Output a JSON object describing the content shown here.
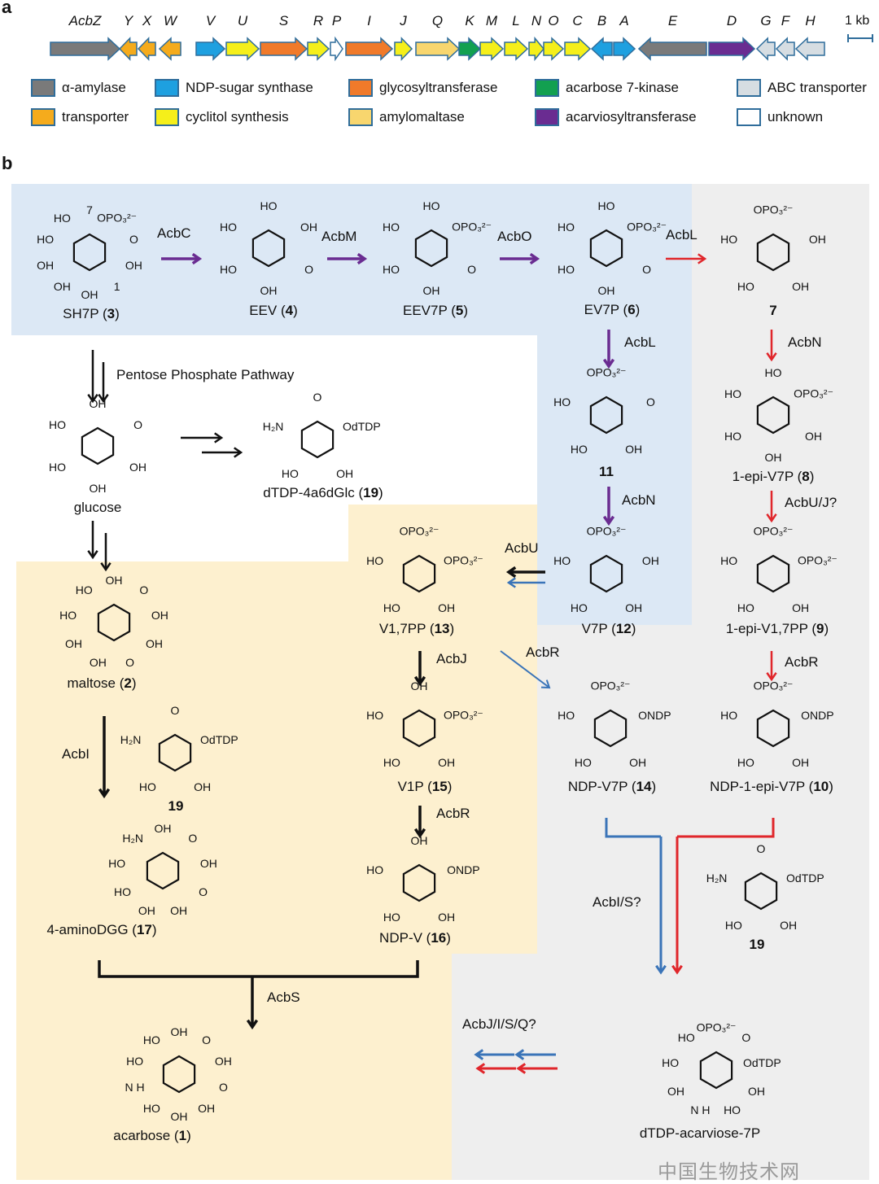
{
  "panels": {
    "a": "a",
    "b": "b"
  },
  "scale_label": "1 kb",
  "colors": {
    "alpha_amylase": "#7a7a7a",
    "ndp_sugar_synthase": "#1ea0e0",
    "glycosyltransferase": "#f07a2a",
    "acarbose_7_kinase": "#12a050",
    "abc_transporter": "#d6dde2",
    "transporter": "#f5ab1c",
    "cyclitol_synthesis": "#f5ef1a",
    "amylomaltase": "#f8d66e",
    "acarviosyltransferase": "#6a2c91",
    "unknown": "#ffffff",
    "blue_region": "#dce8f5",
    "yellow_region": "#fdf0cf",
    "grey_region": "#eeeeee",
    "purple_arrow": "#6a2c91",
    "red_arrow": "#e0262b",
    "blue_arrow": "#3a74b8"
  },
  "genes": [
    {
      "name": "AcbZ",
      "dir": "right",
      "type": "alpha_amylase"
    },
    {
      "name": "Y",
      "dir": "left",
      "type": "transporter"
    },
    {
      "name": "X",
      "dir": "left",
      "type": "transporter"
    },
    {
      "name": "W",
      "dir": "left",
      "type": "transporter"
    },
    {
      "name": "V",
      "dir": "right",
      "type": "ndp_sugar_synthase"
    },
    {
      "name": "U",
      "dir": "right",
      "type": "cyclitol_synthesis"
    },
    {
      "name": "S",
      "dir": "right",
      "type": "glycosyltransferase"
    },
    {
      "name": "R",
      "dir": "right",
      "type": "cyclitol_synthesis"
    },
    {
      "name": "P",
      "dir": "right",
      "type": "unknown"
    },
    {
      "name": "I",
      "dir": "right",
      "type": "glycosyltransferase"
    },
    {
      "name": "J",
      "dir": "right",
      "type": "cyclitol_synthesis"
    },
    {
      "name": "Q",
      "dir": "right",
      "type": "amylomaltase"
    },
    {
      "name": "K",
      "dir": "right",
      "type": "acarbose_7_kinase"
    },
    {
      "name": "M",
      "dir": "right",
      "type": "cyclitol_synthesis"
    },
    {
      "name": "L",
      "dir": "right",
      "type": "cyclitol_synthesis"
    },
    {
      "name": "N",
      "dir": "right",
      "type": "cyclitol_synthesis"
    },
    {
      "name": "O",
      "dir": "right",
      "type": "cyclitol_synthesis"
    },
    {
      "name": "C",
      "dir": "right",
      "type": "cyclitol_synthesis"
    },
    {
      "name": "B",
      "dir": "left",
      "type": "ndp_sugar_synthase"
    },
    {
      "name": "A",
      "dir": "right",
      "type": "ndp_sugar_synthase"
    },
    {
      "name": "E",
      "dir": "left",
      "type": "alpha_amylase"
    },
    {
      "name": "D",
      "dir": "right",
      "type": "acarviosyltransferase"
    },
    {
      "name": "G",
      "dir": "left",
      "type": "abc_transporter"
    },
    {
      "name": "F",
      "dir": "left",
      "type": "abc_transporter"
    },
    {
      "name": "H",
      "dir": "left",
      "type": "abc_transporter"
    }
  ],
  "legend": [
    {
      "type": "alpha_amylase",
      "label": "α-amylase"
    },
    {
      "type": "ndp_sugar_synthase",
      "label": "NDP-sugar synthase"
    },
    {
      "type": "glycosyltransferase",
      "label": "glycosyltransferase"
    },
    {
      "type": "acarbose_7_kinase",
      "label": "acarbose 7-kinase"
    },
    {
      "type": "abc_transporter",
      "label": "ABC transporter"
    },
    {
      "type": "transporter",
      "label": "transporter"
    },
    {
      "type": "cyclitol_synthesis",
      "label": "cyclitol synthesis"
    },
    {
      "type": "amylomaltase",
      "label": "amylomaltase"
    },
    {
      "type": "acarviosyltransferase",
      "label": "acarviosyltransferase"
    },
    {
      "type": "unknown",
      "label": "unknown"
    }
  ],
  "compounds": [
    {
      "id": "sh7p",
      "name": "SH7P",
      "num": "3",
      "groups": [
        "7",
        "OPO₃²⁻",
        "O",
        "OH",
        "1",
        "OH",
        "OH",
        "OH",
        "HO",
        "HO"
      ]
    },
    {
      "id": "eev",
      "name": "EEV",
      "num": "4",
      "groups": [
        "HO",
        "OH",
        "O",
        "OH",
        "HO",
        "HO"
      ]
    },
    {
      "id": "eev7p",
      "name": "EEV7P",
      "num": "5",
      "groups": [
        "HO",
        "OPO₃²⁻",
        "O",
        "OH",
        "HO",
        "HO"
      ]
    },
    {
      "id": "ev7p",
      "name": "EV7P",
      "num": "6",
      "groups": [
        "HO",
        "OPO₃²⁻",
        "O",
        "OH",
        "HO",
        "HO"
      ]
    },
    {
      "id": "c7",
      "name": "",
      "num": "7",
      "groups": [
        "OPO₃²⁻",
        "OH",
        "OH",
        "HO",
        "HO"
      ]
    },
    {
      "id": "c11",
      "name": "",
      "num": "11",
      "groups": [
        "OPO₃²⁻",
        "O",
        "OH",
        "HO",
        "HO"
      ]
    },
    {
      "id": "c8",
      "name": "1-epi-V7P",
      "num": "8",
      "groups": [
        "HO",
        "OPO₃²⁻",
        "OH",
        "OH",
        "HO",
        "HO"
      ]
    },
    {
      "id": "v7p",
      "name": "V7P",
      "num": "12",
      "groups": [
        "OPO₃²⁻",
        "OH",
        "OH",
        "HO",
        "HO"
      ]
    },
    {
      "id": "c9",
      "name": "1-epi-V1,7PP",
      "num": "9",
      "groups": [
        "OPO₃²⁻",
        "OPO₃²⁻",
        "OH",
        "HO",
        "HO"
      ]
    },
    {
      "id": "v17pp",
      "name": "V1,7PP",
      "num": "13",
      "groups": [
        "OPO₃²⁻",
        "OPO₃²⁻",
        "OH",
        "HO",
        "HO"
      ]
    },
    {
      "id": "ndpv7p",
      "name": "NDP-V7P",
      "num": "14",
      "groups": [
        "OPO₃²⁻",
        "ONDP",
        "OH",
        "HO",
        "HO"
      ]
    },
    {
      "id": "c10",
      "name": "NDP-1-epi-V7P",
      "num": "10",
      "groups": [
        "OPO₃²⁻",
        "ONDP",
        "OH",
        "HO",
        "HO"
      ]
    },
    {
      "id": "v1p",
      "name": "V1P",
      "num": "15",
      "groups": [
        "OH",
        "OPO₃²⁻",
        "OH",
        "HO",
        "HO"
      ]
    },
    {
      "id": "ndpv",
      "name": "NDP-V",
      "num": "16",
      "groups": [
        "OH",
        "ONDP",
        "OH",
        "HO",
        "HO"
      ]
    },
    {
      "id": "glucose",
      "name": "glucose",
      "num": "",
      "groups": [
        "OH",
        "O",
        "OH",
        "OH",
        "HO",
        "HO"
      ]
    },
    {
      "id": "dtdp19",
      "name": "dTDP-4a6dGlc",
      "num": "19",
      "groups": [
        "O",
        "OdTDP",
        "OH",
        "HO",
        "H₂N"
      ]
    },
    {
      "id": "maltose",
      "name": "maltose",
      "num": "2",
      "groups": [
        "OH",
        "O",
        "OH",
        "OH",
        "O",
        "OH",
        "OH",
        "HO",
        "HO"
      ]
    },
    {
      "id": "s19a",
      "name": "",
      "num": "19",
      "groups": [
        "O",
        "OdTDP",
        "OH",
        "HO",
        "H₂N"
      ]
    },
    {
      "id": "aminodgg",
      "name": "4-aminoDGG",
      "num": "17",
      "groups": [
        "OH",
        "O",
        "OH",
        "O",
        "OH",
        "OH",
        "HO",
        "HO",
        "H₂N"
      ]
    },
    {
      "id": "acarbose",
      "name": "acarbose",
      "num": "1",
      "groups": [
        "OH",
        "O",
        "OH",
        "O",
        "OH",
        "OH",
        "HO",
        "N H",
        "HO",
        "HO"
      ]
    },
    {
      "id": "s19b",
      "name": "",
      "num": "19",
      "groups": [
        "O",
        "OdTDP",
        "OH",
        "HO",
        "H₂N"
      ]
    },
    {
      "id": "dtdpacv",
      "name": "dTDP-acarviose-7P",
      "num": "",
      "groups": [
        "OPO₃²⁻",
        "O",
        "OdTDP",
        "OH",
        "HO",
        "N H",
        "OH",
        "HO",
        "HO"
      ]
    }
  ],
  "enzymes": [
    "AcbC",
    "AcbM",
    "AcbO",
    "AcbL",
    "AcbL",
    "AcbN",
    "AcbN",
    "AcbU/J?",
    "AcbU",
    "AcbR",
    "AcbR",
    "AcbJ",
    "AcbR",
    "AcbI",
    "AcbI/S?",
    "AcbS",
    "AcbJ/I/S/Q?"
  ],
  "pathway_label": "Pentose Phosphate Pathway",
  "watermark": "中国生物技术网"
}
